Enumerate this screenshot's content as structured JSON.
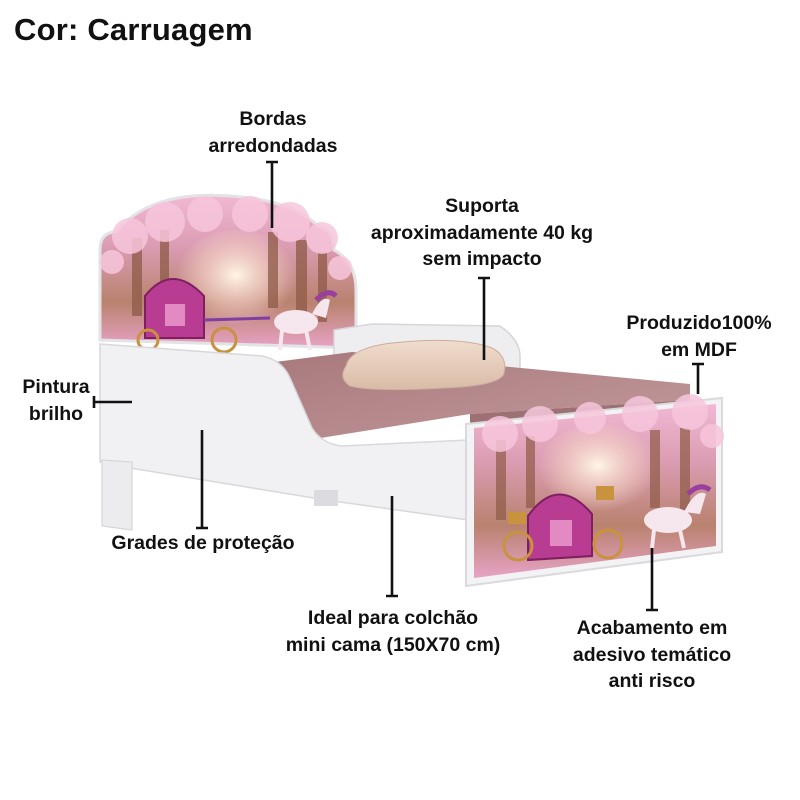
{
  "title": "Cor: Carruagem",
  "callouts": {
    "bordas": [
      "Bordas",
      "arredondadas"
    ],
    "suporta": [
      "Suporta",
      "aproximadamente 40 kg",
      "sem impacto"
    ],
    "produzido": [
      "Produzido100%",
      "em MDF"
    ],
    "pintura": [
      "Pintura",
      "brilho"
    ],
    "grades": [
      "Grades de proteção"
    ],
    "ideal": [
      "Ideal para colchão",
      "mini cama (150X70 cm)"
    ],
    "acabamento": [
      "Acabamento em",
      "adesivo temático",
      "anti risco"
    ]
  },
  "colors": {
    "bed_white": "#f1f1f3",
    "mattress": "#b58b8e",
    "pillow": "#ead3c3",
    "sticker_pink": "#e7a9c6",
    "carriage": "#b73c92",
    "leader_line": "#111111"
  }
}
